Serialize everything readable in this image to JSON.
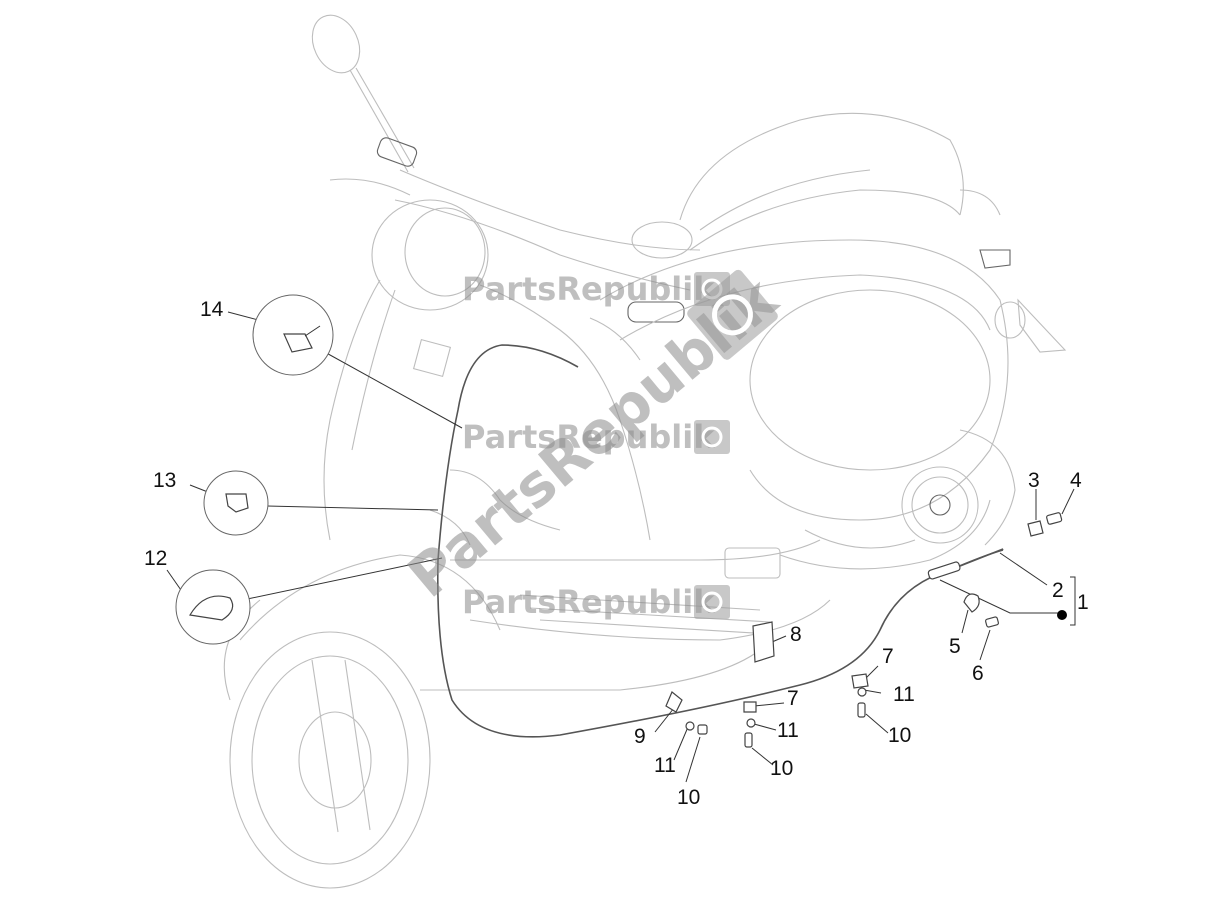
{
  "watermark": {
    "brand": "PartsRepublik",
    "colors": {
      "text": "#8c8c8c",
      "gear_box": "#9a9a9a"
    }
  },
  "parts": {
    "p1": "1",
    "p2": "2",
    "p3": "3",
    "p4": "4",
    "p5": "5",
    "p6": "6",
    "p7a": "7",
    "p7b": "7",
    "p8": "8",
    "p9": "9",
    "p10a": "10",
    "p10b": "10",
    "p10c": "10",
    "p11a": "11",
    "p11b": "11",
    "p11c": "11",
    "p12": "12",
    "p13": "13",
    "p14": "14"
  },
  "icons": [
    "gear-icon",
    "scooter-drawing"
  ]
}
